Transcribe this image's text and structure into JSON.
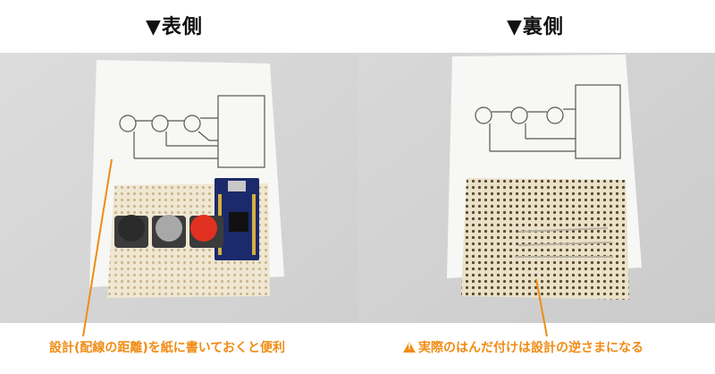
{
  "front": {
    "heading": "▼表側",
    "caption": "設計(配線の距離)を紙に書いておくと便利"
  },
  "back": {
    "heading": "▼裏側",
    "caption": "実際のはんだ付けは設計の逆さまになる",
    "caption_icon": "warning-icon"
  },
  "colors": {
    "accent": "#f08c14",
    "button_black": "#2a2a2a",
    "button_gray": "#a8a8a8",
    "button_red": "#e03020",
    "board": "#efe7d2",
    "arduino": "#1b2a6b"
  }
}
